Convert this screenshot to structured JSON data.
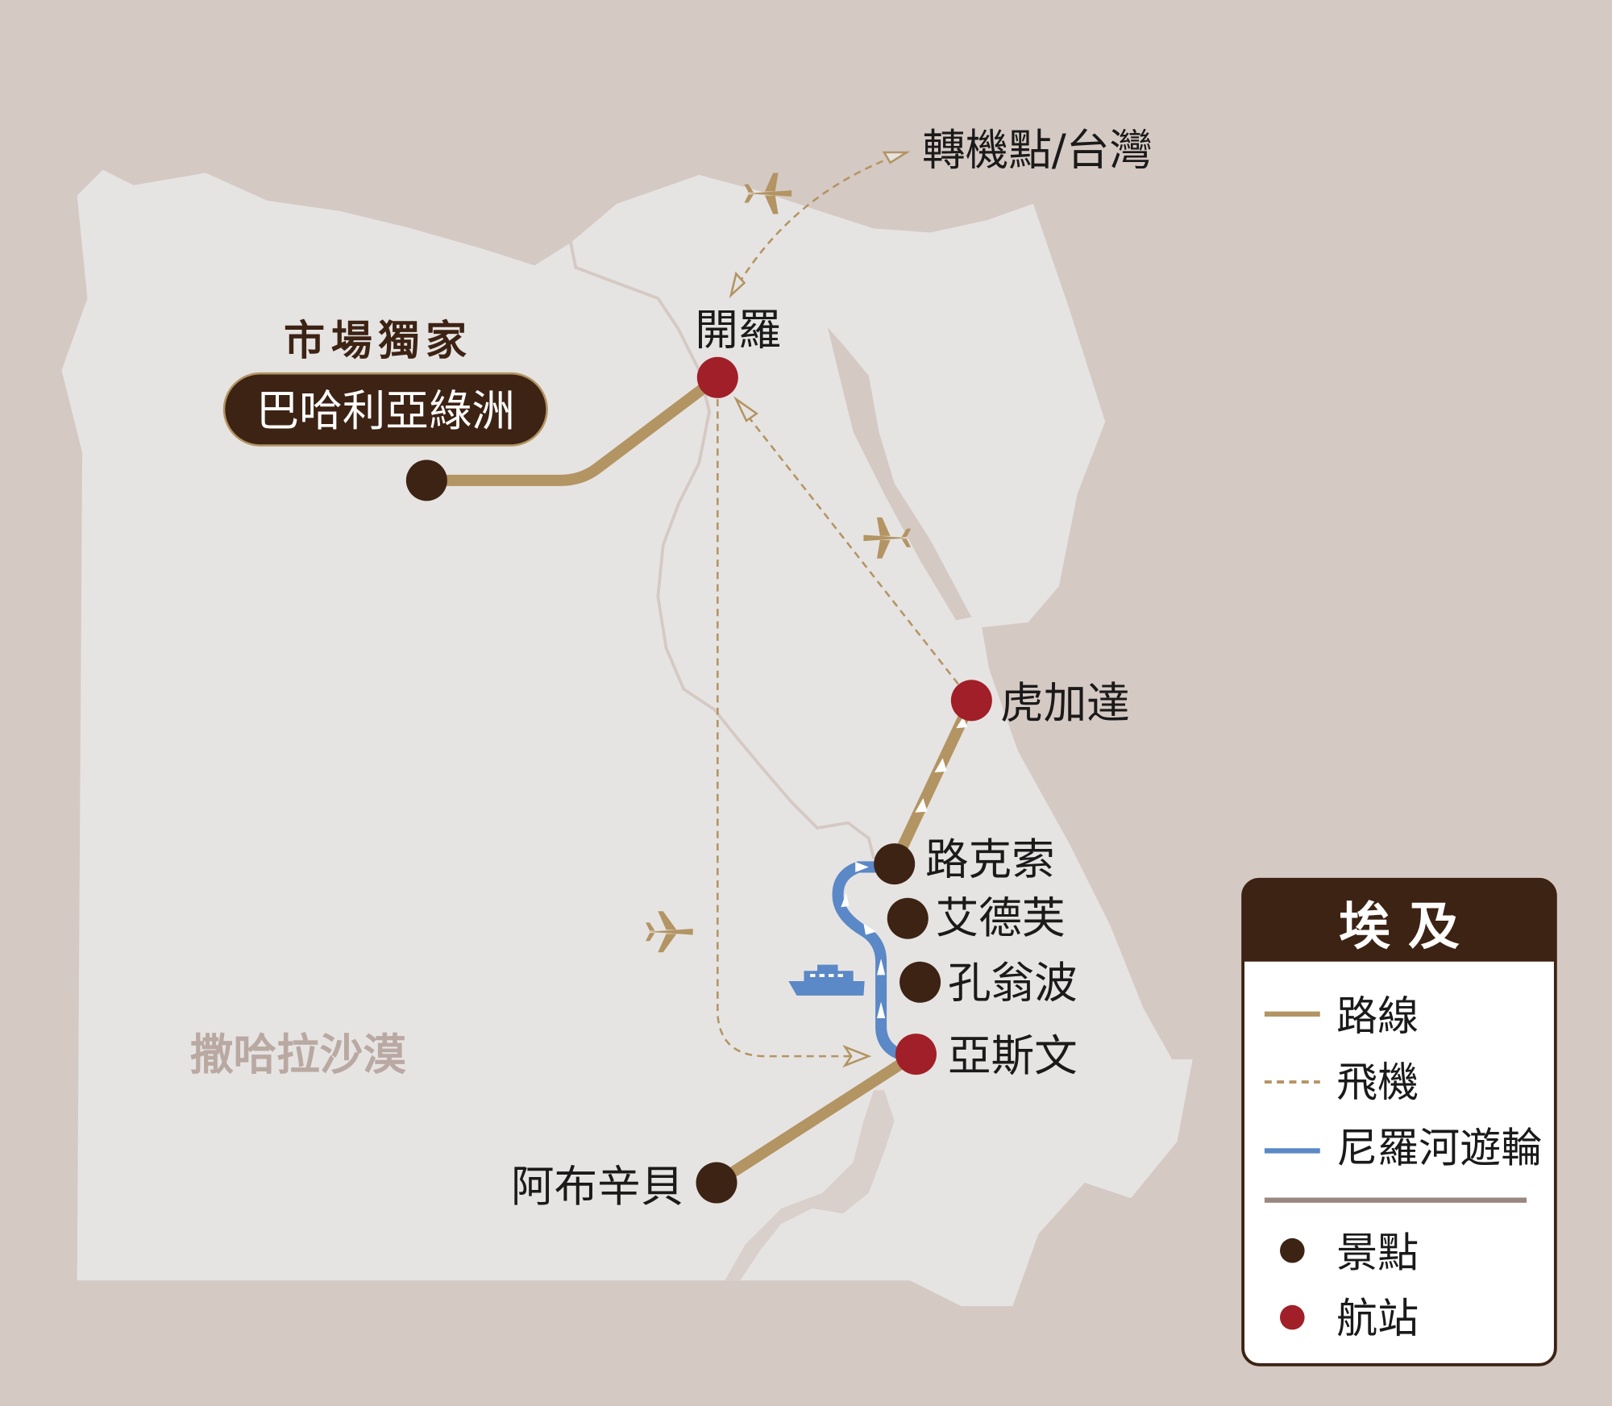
{
  "map": {
    "transfer_label": "轉機點/台灣",
    "exclusive_label": "市場獨家",
    "oasis_label": "巴哈利亞綠洲",
    "desert_label": "撒哈拉沙漠",
    "cities": {
      "cairo": "開羅",
      "hurghada": "虎加達",
      "luxor": "路克索",
      "edfu": "艾德芙",
      "kom_ombo": "孔翁波",
      "aswan": "亞斯文",
      "abu_simbel": "阿布辛貝"
    }
  },
  "legend": {
    "title": "埃 及",
    "items": [
      {
        "label": "路線",
        "type": "route"
      },
      {
        "label": "飛機",
        "type": "flight"
      },
      {
        "label": "尼羅河遊輪",
        "type": "cruise"
      },
      {
        "label": "景點",
        "type": "attraction"
      },
      {
        "label": "航站",
        "type": "airport"
      }
    ]
  },
  "colors": {
    "sea": "#d5c9c4",
    "land": "#e6e4e2",
    "route": "#b39463",
    "cruise": "#5b88c6",
    "attraction": "#3d2314",
    "airport": "#a11f28",
    "dark": "#3d2314",
    "desert_text": "#b9a9a2"
  }
}
